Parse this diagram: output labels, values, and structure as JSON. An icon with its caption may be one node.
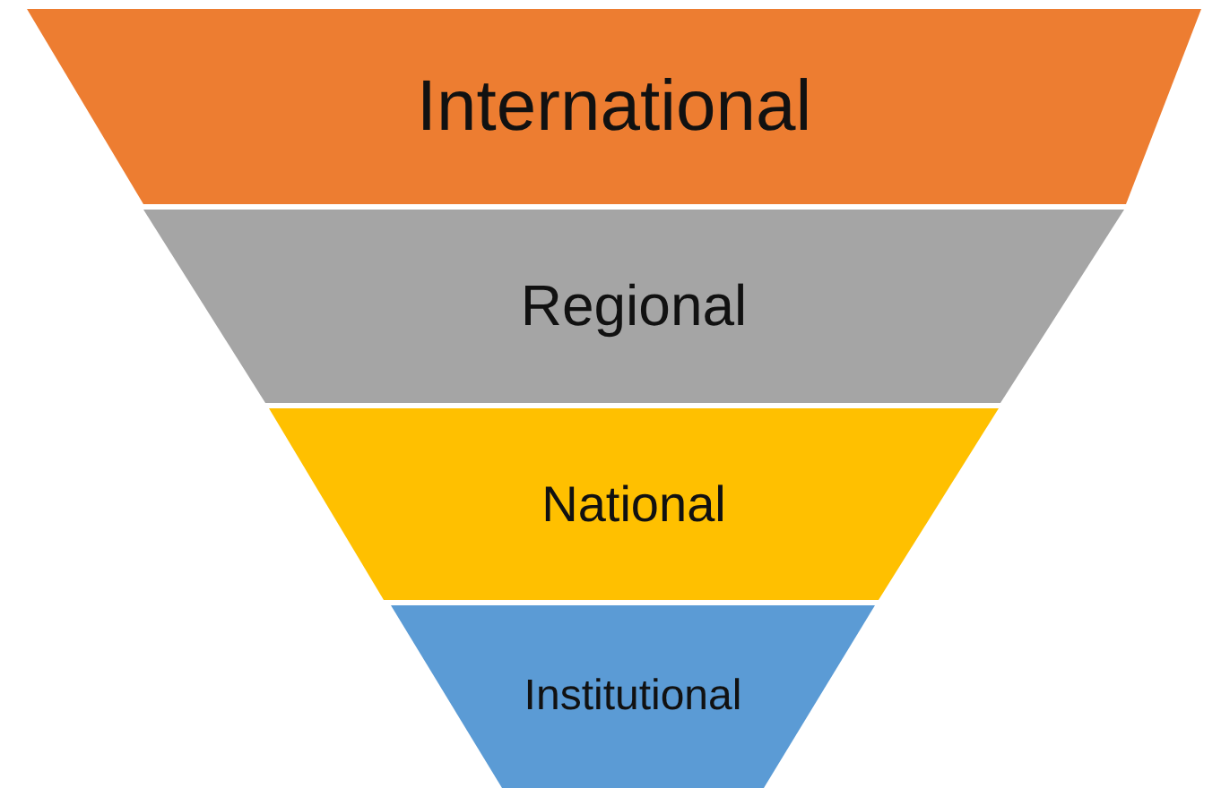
{
  "diagram": {
    "nodes": [
      {
        "text": [
          "International"
        ]
      },
      {
        "text": [
          "Regional"
        ]
      },
      {
        "text": [
          "National"
        ]
      },
      {
        "text": [
          "Institutional"
        ]
      }
    ]
  }
}
